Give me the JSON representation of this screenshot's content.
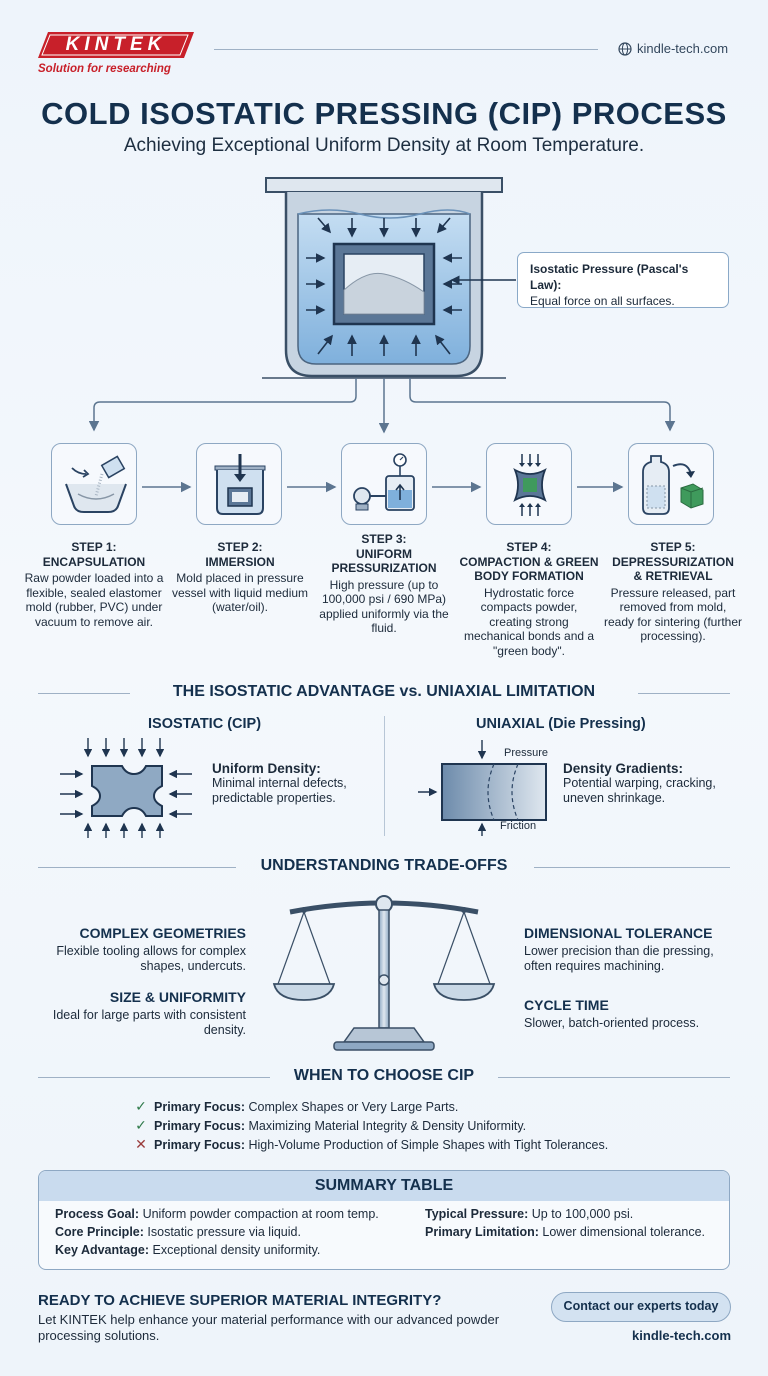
{
  "header": {
    "logo": "KINTEK",
    "tagline": "Solution for researching",
    "website": "kindle-tech.com"
  },
  "title": "COLD ISOSTATIC PRESSING (CIP) PROCESS",
  "subtitle": "Achieving Exceptional Uniform Density at Room Temperature.",
  "callout": {
    "title": "Isostatic Pressure (Pascal's Law):",
    "body": "Equal force on all surfaces."
  },
  "steps": [
    {
      "title": "STEP 1:\nENCAPSULATION",
      "body": "Raw powder loaded into a flexible, sealed elastomer mold (rubber, PVC) under vacuum to remove air.",
      "icon": "powder-pour-icon"
    },
    {
      "title": "STEP 2:\nIMMERSION",
      "body": "Mold placed in pressure vessel with liquid medium (water/oil).",
      "icon": "vessel-immersion-icon"
    },
    {
      "title": "STEP 3:\nUNIFORM\nPRESSURIZATION",
      "body": "High pressure (up to 100,000 psi / 690 MPa) applied uniformly via the fluid.",
      "icon": "pump-gauge-icon"
    },
    {
      "title": "STEP 4:\nCOMPACTION & GREEN\nBODY FORMATION",
      "body": "Hydrostatic force compacts powder, creating strong mechanical bonds and a \"green body\".",
      "icon": "compaction-icon"
    },
    {
      "title": "STEP 5:\nDEPRESSURIZATION\n& RETRIEVAL",
      "body": "Pressure released, part removed from mold, ready for sintering (further processing).",
      "icon": "retrieval-icon"
    }
  ],
  "advantage": {
    "title": "THE ISOSTATIC ADVANTAGE vs. UNIAXIAL LIMITATION",
    "isostatic": {
      "label": "ISOSTATIC (CIP)",
      "heading": "Uniform Density:",
      "body": "Minimal internal defects, predictable properties."
    },
    "uniaxial": {
      "label": "UNIAXIAL (Die Pressing)",
      "heading": "Density Gradients:",
      "body": "Potential warping, cracking, uneven shrinkage.",
      "pressure": "Pressure",
      "friction": "Friction"
    }
  },
  "tradeoffs": {
    "title": "UNDERSTANDING TRADE-OFFS",
    "pros": [
      {
        "title": "COMPLEX GEOMETRIES",
        "body": "Flexible tooling allows for complex shapes, undercuts."
      },
      {
        "title": "SIZE & UNIFORMITY",
        "body": "Ideal for large parts with consistent density."
      }
    ],
    "cons": [
      {
        "title": "DIMENSIONAL TOLERANCE",
        "body": "Lower precision than die pressing, often requires machining."
      },
      {
        "title": "CYCLE TIME",
        "body": "Slower, batch-oriented process."
      }
    ]
  },
  "choose": {
    "title": "WHEN TO CHOOSE CIP",
    "items": [
      {
        "mark": "✓",
        "label": "Primary Focus:",
        "text": "Complex Shapes or Very Large Parts.",
        "color": "#2f7a4a"
      },
      {
        "mark": "✓",
        "label": "Primary Focus:",
        "text": "Maximizing Material Integrity & Density Uniformity.",
        "color": "#2f7a4a"
      },
      {
        "mark": "✕",
        "label": "Primary Focus:",
        "text": "High-Volume Production of Simple Shapes with Tight Tolerances.",
        "color": "#9a3b3b"
      }
    ]
  },
  "summary": {
    "title": "SUMMARY TABLE",
    "rows": [
      {
        "label": "Process Goal:",
        "value": "Uniform powder compaction at room temp."
      },
      {
        "label": "Core Principle:",
        "value": "Isostatic pressure via liquid."
      },
      {
        "label": "Key Advantage:",
        "value": "Exceptional density uniformity."
      },
      {
        "label": "Typical Pressure:",
        "value": "Up to 100,000 psi."
      },
      {
        "label": "Primary Limitation:",
        "value": "Lower dimensional tolerance."
      }
    ]
  },
  "cta": {
    "title": "READY TO ACHIEVE SUPERIOR MATERIAL INTEGRITY?",
    "body": "Let KINTEK help enhance your material performance with our advanced powder processing solutions.",
    "button": "Contact our experts today",
    "website": "kindle-tech.com"
  },
  "colors": {
    "brand_red": "#c8202a",
    "navy": "#14304d",
    "accent_blue": "#8ea8c3",
    "green_body": "#3f9a5c"
  }
}
